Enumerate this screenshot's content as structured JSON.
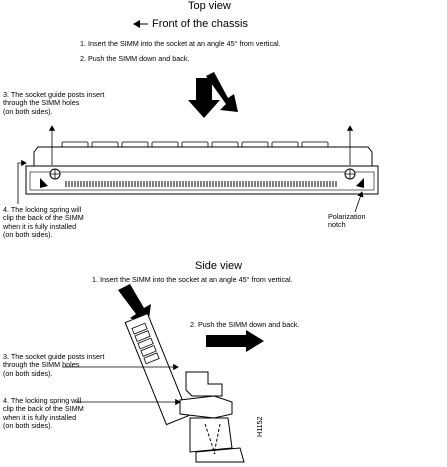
{
  "top_view": {
    "title": "Top view",
    "front_label": "Front of the chassis",
    "step1": "1. Insert the SIMM into the socket at an angle 45° from vertical.",
    "step2": "2. Push the SIMM down and back.",
    "step3": "3. The socket guide posts insert\nthrough the SIMM holes\n(on both sides).",
    "step4": "4. The locking spring will\nclip the back of the SIMM\nwhen it is fully installed\n(on both sides).",
    "notch": "Polarization\nnotch"
  },
  "side_view": {
    "title": "Side view",
    "step1": "1. Insert the SIMM into the socket at an angle 45° from vertical.",
    "step2": "2. Push the SIMM down and back.",
    "step3": "3. The socket guide posts insert\nthrough the SIMM holes\n(on both sides).",
    "step4": "4. The locking spring will\nclip the back of the SIMM\nwhen it is fully installed\n(on both sides).",
    "figure_id": "H1152"
  }
}
